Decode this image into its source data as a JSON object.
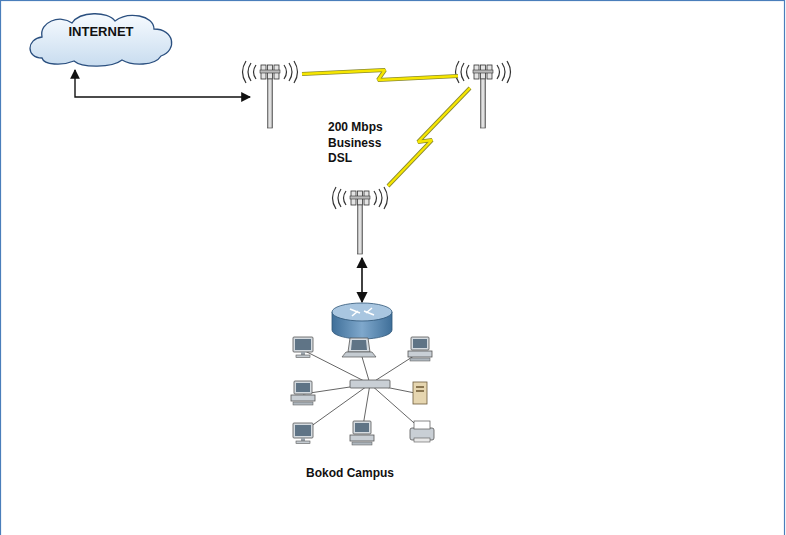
{
  "diagram": {
    "nodes": [
      {
        "text": [
          "INTERNET"
        ]
      }
    ],
    "labels": [
      "200 Mbps Business DSL",
      "Bokod Campus"
    ]
  }
}
